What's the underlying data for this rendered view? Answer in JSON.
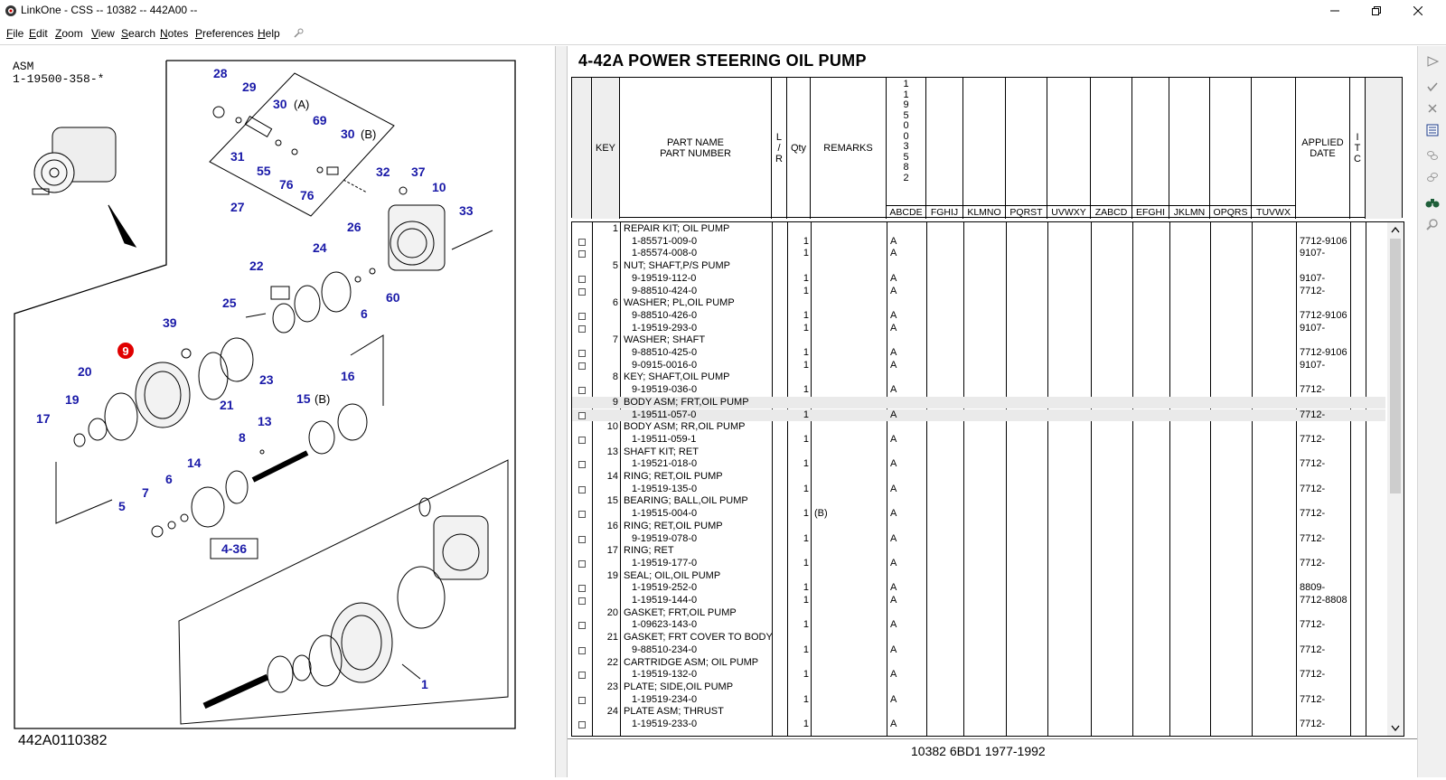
{
  "window": {
    "title": "LinkOne - CSS -- 10382 -- 442A00 --"
  },
  "menu": {
    "items": [
      {
        "accel": "F",
        "rest": "ile"
      },
      {
        "accel": "E",
        "rest": "dit"
      },
      {
        "accel": "Z",
        "rest": "oom"
      },
      {
        "accel": "V",
        "rest": "iew"
      },
      {
        "accel": "S",
        "rest": "earch"
      },
      {
        "accel": "N",
        "rest": "otes"
      },
      {
        "accel": "P",
        "rest": "references"
      },
      {
        "accel": "H",
        "rest": "elp"
      }
    ]
  },
  "diagram": {
    "asm_label": "ASM",
    "asm_number": "1-19500-358-*",
    "drawing_id": "442A0110382",
    "callouts": [
      "28",
      "29",
      "30",
      "(A)",
      "69",
      "30",
      "(B)",
      "31",
      "55",
      "76",
      "76",
      "32",
      "37",
      "10",
      "27",
      "33",
      "26",
      "24",
      "22",
      "60",
      "6",
      "25",
      "39",
      "9",
      "20",
      "21",
      "23",
      "16",
      "15",
      "(B)",
      "19",
      "17",
      "13",
      "8",
      "14",
      "6",
      "7",
      "5",
      "4-36",
      "1"
    ],
    "selected_callout": "9"
  },
  "parts": {
    "title": "4-42A  POWER STEERING OIL PUMP",
    "headers": {
      "key": "KEY",
      "part_name": "PART NAME",
      "part_number": "PART NUMBER",
      "lr": "L\n/\nR",
      "qty": "Qty",
      "remarks": "REMARKS",
      "serial": "1\n1\n9\n5\n0\n0\n3\n5\n8\n2",
      "applied_date": "APPLIED\nDATE",
      "itc": "I\nT\nC"
    },
    "column_codes": [
      "ABCDE",
      "FGHIJ",
      "KLMNO",
      "PQRST",
      "UVWXY",
      "ZABCD",
      "EFGHI",
      "JKLMN",
      "OPQRS",
      "TUVWX"
    ],
    "rows": [
      {
        "key": "1",
        "name": "REPAIR KIT; OIL PUMP",
        "qty": "",
        "remarks": "",
        "a": "",
        "date": "",
        "cb": false
      },
      {
        "key": "",
        "name": "1-85571-009-0",
        "qty": "1",
        "remarks": "",
        "a": "A",
        "date": "7712-9106",
        "cb": true
      },
      {
        "key": "",
        "name": "1-85574-008-0",
        "qty": "1",
        "remarks": "",
        "a": "A",
        "date": "9107-",
        "cb": true
      },
      {
        "key": "5",
        "name": "NUT; SHAFT,P/S PUMP",
        "qty": "",
        "remarks": "",
        "a": "",
        "date": "",
        "cb": false
      },
      {
        "key": "",
        "name": "9-19519-112-0",
        "qty": "1",
        "remarks": "",
        "a": "A",
        "date": "9107-",
        "cb": true
      },
      {
        "key": "",
        "name": "9-88510-424-0",
        "qty": "1",
        "remarks": "",
        "a": "A",
        "date": "7712-",
        "cb": true
      },
      {
        "key": "6",
        "name": "WASHER; PL,OIL PUMP",
        "qty": "",
        "remarks": "",
        "a": "",
        "date": "",
        "cb": false
      },
      {
        "key": "",
        "name": "9-88510-426-0",
        "qty": "1",
        "remarks": "",
        "a": "A",
        "date": "7712-9106",
        "cb": true
      },
      {
        "key": "",
        "name": "1-19519-293-0",
        "qty": "1",
        "remarks": "",
        "a": "A",
        "date": "9107-",
        "cb": true
      },
      {
        "key": "7",
        "name": "WASHER; SHAFT",
        "qty": "",
        "remarks": "",
        "a": "",
        "date": "",
        "cb": false
      },
      {
        "key": "",
        "name": "9-88510-425-0",
        "qty": "1",
        "remarks": "",
        "a": "A",
        "date": "7712-9106",
        "cb": true
      },
      {
        "key": "",
        "name": "9-0915-0016-0",
        "qty": "1",
        "remarks": "",
        "a": "A",
        "date": "9107-",
        "cb": true
      },
      {
        "key": "8",
        "name": "KEY; SHAFT,OIL PUMP",
        "qty": "",
        "remarks": "",
        "a": "",
        "date": "",
        "cb": false
      },
      {
        "key": "",
        "name": "9-19519-036-0",
        "qty": "1",
        "remarks": "",
        "a": "A",
        "date": "7712-",
        "cb": true
      },
      {
        "key": "9",
        "name": "BODY ASM; FRT,OIL PUMP",
        "qty": "",
        "remarks": "",
        "a": "",
        "date": "",
        "cb": false,
        "sel": true
      },
      {
        "key": "",
        "name": "1-19511-057-0",
        "qty": "1",
        "remarks": "",
        "a": "A",
        "date": "7712-",
        "cb": true,
        "sel": true
      },
      {
        "key": "10",
        "name": "BODY ASM; RR,OIL PUMP",
        "qty": "",
        "remarks": "",
        "a": "",
        "date": "",
        "cb": false
      },
      {
        "key": "",
        "name": "1-19511-059-1",
        "qty": "1",
        "remarks": "",
        "a": "A",
        "date": "7712-",
        "cb": true
      },
      {
        "key": "13",
        "name": "SHAFT KIT; RET",
        "qty": "",
        "remarks": "",
        "a": "",
        "date": "",
        "cb": false
      },
      {
        "key": "",
        "name": "1-19521-018-0",
        "qty": "1",
        "remarks": "",
        "a": "A",
        "date": "7712-",
        "cb": true
      },
      {
        "key": "14",
        "name": "RING; RET,OIL PUMP",
        "qty": "",
        "remarks": "",
        "a": "",
        "date": "",
        "cb": false
      },
      {
        "key": "",
        "name": "1-19519-135-0",
        "qty": "1",
        "remarks": "",
        "a": "A",
        "date": "7712-",
        "cb": true
      },
      {
        "key": "15",
        "name": "BEARING; BALL,OIL PUMP",
        "qty": "",
        "remarks": "",
        "a": "",
        "date": "",
        "cb": false
      },
      {
        "key": "",
        "name": "1-19515-004-0",
        "qty": "1",
        "remarks": "(B)",
        "a": "A",
        "date": "7712-",
        "cb": true
      },
      {
        "key": "16",
        "name": "RING; RET,OIL PUMP",
        "qty": "",
        "remarks": "",
        "a": "",
        "date": "",
        "cb": false
      },
      {
        "key": "",
        "name": "9-19519-078-0",
        "qty": "1",
        "remarks": "",
        "a": "A",
        "date": "7712-",
        "cb": true
      },
      {
        "key": "17",
        "name": "RING; RET",
        "qty": "",
        "remarks": "",
        "a": "",
        "date": "",
        "cb": false
      },
      {
        "key": "",
        "name": "1-19519-177-0",
        "qty": "1",
        "remarks": "",
        "a": "A",
        "date": "7712-",
        "cb": true
      },
      {
        "key": "19",
        "name": "SEAL; OIL,OIL PUMP",
        "qty": "",
        "remarks": "",
        "a": "",
        "date": "",
        "cb": false
      },
      {
        "key": "",
        "name": "1-19519-252-0",
        "qty": "1",
        "remarks": "",
        "a": "A",
        "date": "8809-",
        "cb": true
      },
      {
        "key": "",
        "name": "1-19519-144-0",
        "qty": "1",
        "remarks": "",
        "a": "A",
        "date": "7712-8808",
        "cb": true
      },
      {
        "key": "20",
        "name": "GASKET; FRT,OIL PUMP",
        "qty": "",
        "remarks": "",
        "a": "",
        "date": "",
        "cb": false
      },
      {
        "key": "",
        "name": "1-09623-143-0",
        "qty": "1",
        "remarks": "",
        "a": "A",
        "date": "7712-",
        "cb": true
      },
      {
        "key": "21",
        "name": "GASKET; FRT COVER TO BODY",
        "qty": "",
        "remarks": "",
        "a": "",
        "date": "",
        "cb": false
      },
      {
        "key": "",
        "name": "9-88510-234-0",
        "qty": "1",
        "remarks": "",
        "a": "A",
        "date": "7712-",
        "cb": true
      },
      {
        "key": "22",
        "name": "CARTRIDGE ASM; OIL PUMP",
        "qty": "",
        "remarks": "",
        "a": "",
        "date": "",
        "cb": false
      },
      {
        "key": "",
        "name": "1-19519-132-0",
        "qty": "1",
        "remarks": "",
        "a": "A",
        "date": "7712-",
        "cb": true
      },
      {
        "key": "23",
        "name": "PLATE; SIDE,OIL PUMP",
        "qty": "",
        "remarks": "",
        "a": "",
        "date": "",
        "cb": false
      },
      {
        "key": "",
        "name": "1-19519-234-0",
        "qty": "1",
        "remarks": "",
        "a": "A",
        "date": "7712-",
        "cb": true
      },
      {
        "key": "24",
        "name": "PLATE ASM; THRUST",
        "qty": "",
        "remarks": "",
        "a": "",
        "date": "",
        "cb": false
      },
      {
        "key": "",
        "name": "1-19519-233-0",
        "qty": "1",
        "remarks": "",
        "a": "A",
        "date": "7712-",
        "cb": true
      }
    ],
    "footer": "10382 6BD1 1977-1992"
  },
  "colors": {
    "callout": "#1a1aa8",
    "selected_callout": "#e00000",
    "selected_row": "#eaeaea"
  },
  "icons": [
    "linkone-logo-icon",
    "minimize-icon",
    "maximize-icon",
    "close-icon",
    "pin-icon",
    "next-page-icon",
    "check-icon",
    "cross-icon",
    "list-icon",
    "link-icon",
    "unlink-icon",
    "binoculars-icon",
    "search-zoom-icon",
    "scroll-up-icon",
    "scroll-down-icon"
  ]
}
